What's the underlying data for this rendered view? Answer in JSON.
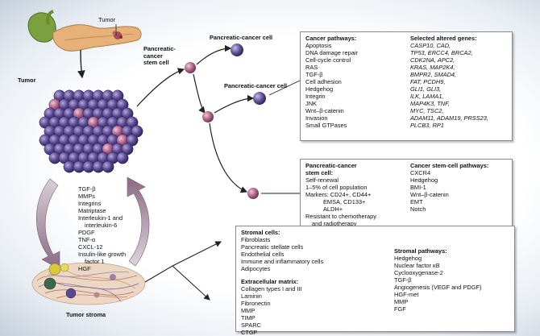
{
  "labels": {
    "tumor_top": "Tumor",
    "tumor_left": "Tumor",
    "pcsc": [
      "Pancreatic-",
      "cancer",
      "stem cell"
    ],
    "pcc1": "Pancreatic-cancer cell",
    "pcc2": "Pancreatic-cancer cell",
    "stroma": "Tumor stroma"
  },
  "factors": [
    "TGF-β",
    "MMPs",
    "Integrins",
    "Matriptase",
    "Interleukin-1 and",
    "interleukin-6",
    "PDGF",
    "TNF-α",
    "CXCL-12",
    "Insulin-like growth",
    "factor 1",
    "HGF"
  ],
  "pathways_box": {
    "left_title": "Cancer pathways:",
    "left_items": [
      "Apoptosis",
      "DNA damage repair",
      "Cell-cycle control",
      "RAS",
      "TGF-β",
      "Cell adhesion",
      "Hedgehog",
      "Integrin",
      "JNK",
      "Wnt–β-catenin",
      "Invasion",
      "Small GTPases"
    ],
    "right_title": "Selected altered genes:",
    "right_items": [
      "CASP10, CAD,",
      "TP53, ERCC4, BRCA2,",
      "CDK2NA, APC2,",
      "KRAS, MAP2K4,",
      "BMPR2, SMAD4,",
      "FAT, PCDH9,",
      "GLI1, GLI3,",
      "ILK, LAMA1,",
      "MAP4K3, TNF,",
      "MYC, TSC2,",
      "ADAM11, ADAM19, PRSS23,",
      "PLCB3, RP1"
    ]
  },
  "stem_box": {
    "left_title": [
      "Pancreatic-cancer",
      "stem cell:"
    ],
    "left_items": [
      "Self-renewal",
      "1–5% of cell population",
      "Markers: CD24+, CD44+",
      "EMSA, CD133+",
      "ALDH+",
      "Resistant to chemotherapy",
      "and radiotherapy"
    ],
    "right_title": "Cancer stem-cell pathways:",
    "right_items": [
      "CXCR4",
      "Hedgehog",
      "BMI-1",
      "Wnt–β-catenin",
      "EMT",
      "Notch"
    ]
  },
  "stroma_box": {
    "cells_title": "Stromal cells:",
    "cells_items": [
      "Fibroblasts",
      "Pancreatic stellate cells",
      "Endothelial cells",
      "Immune and inflammatory cells",
      "Adipocytes"
    ],
    "matrix_title": "Extracellular matrix:",
    "matrix_items": [
      "Collagen types I and III",
      "Laminin",
      "Fibronectin",
      "MMP",
      "TIMP",
      "SPARC",
      "CTGF"
    ],
    "path_title": "Stromal pathways:",
    "path_items": [
      "Hedgehog",
      "Nuclear factor κB",
      "Cyclooxygenase-2",
      "TGF-β",
      "Angiogenesis (VEGF and PDGF)",
      "HGF-met",
      "MMP",
      "FGF"
    ]
  },
  "colors": {
    "cell_purple": "#5a4a93",
    "stem_cell_pink": "#b0648a",
    "arrow": "#222222",
    "big_arrow_purple": "#8a6a8a"
  }
}
